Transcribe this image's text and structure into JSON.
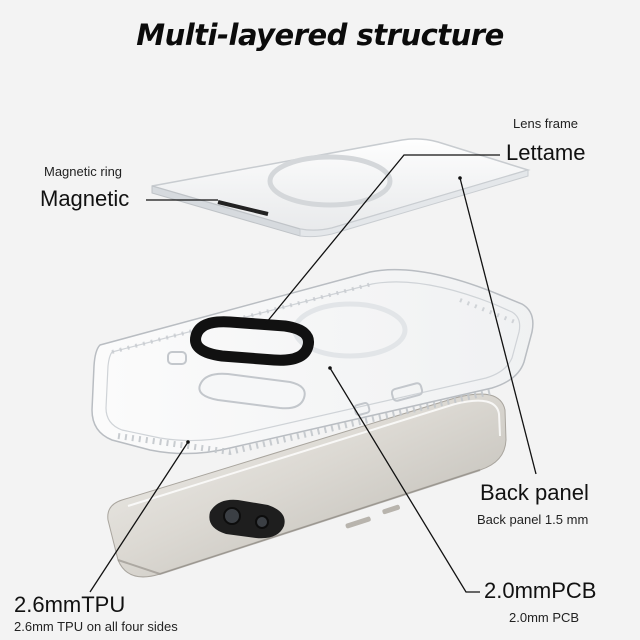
{
  "title": "Multi-layered structure",
  "labels": {
    "lens_frame": {
      "small": "Lens frame",
      "big": "Lettame"
    },
    "magnetic_ring": {
      "small": "Magnetic ring",
      "big": "Magnetic"
    },
    "back_panel": {
      "big": "Back panel",
      "small": "Back panel 1.5 mm"
    },
    "tpu": {
      "big": "2.6mmTPU",
      "small": "2.6mm TPU on all four sides"
    },
    "pcb": {
      "big": "2.0mmPCB",
      "small": "2.0mm PCB"
    }
  },
  "colors": {
    "background": "#f3f3f3",
    "text": "#111111",
    "leader_line": "#111111",
    "magnetic_ring": "#111111",
    "phone_body": "#d9d6d0",
    "camera_bar": "#1e1e1e"
  }
}
